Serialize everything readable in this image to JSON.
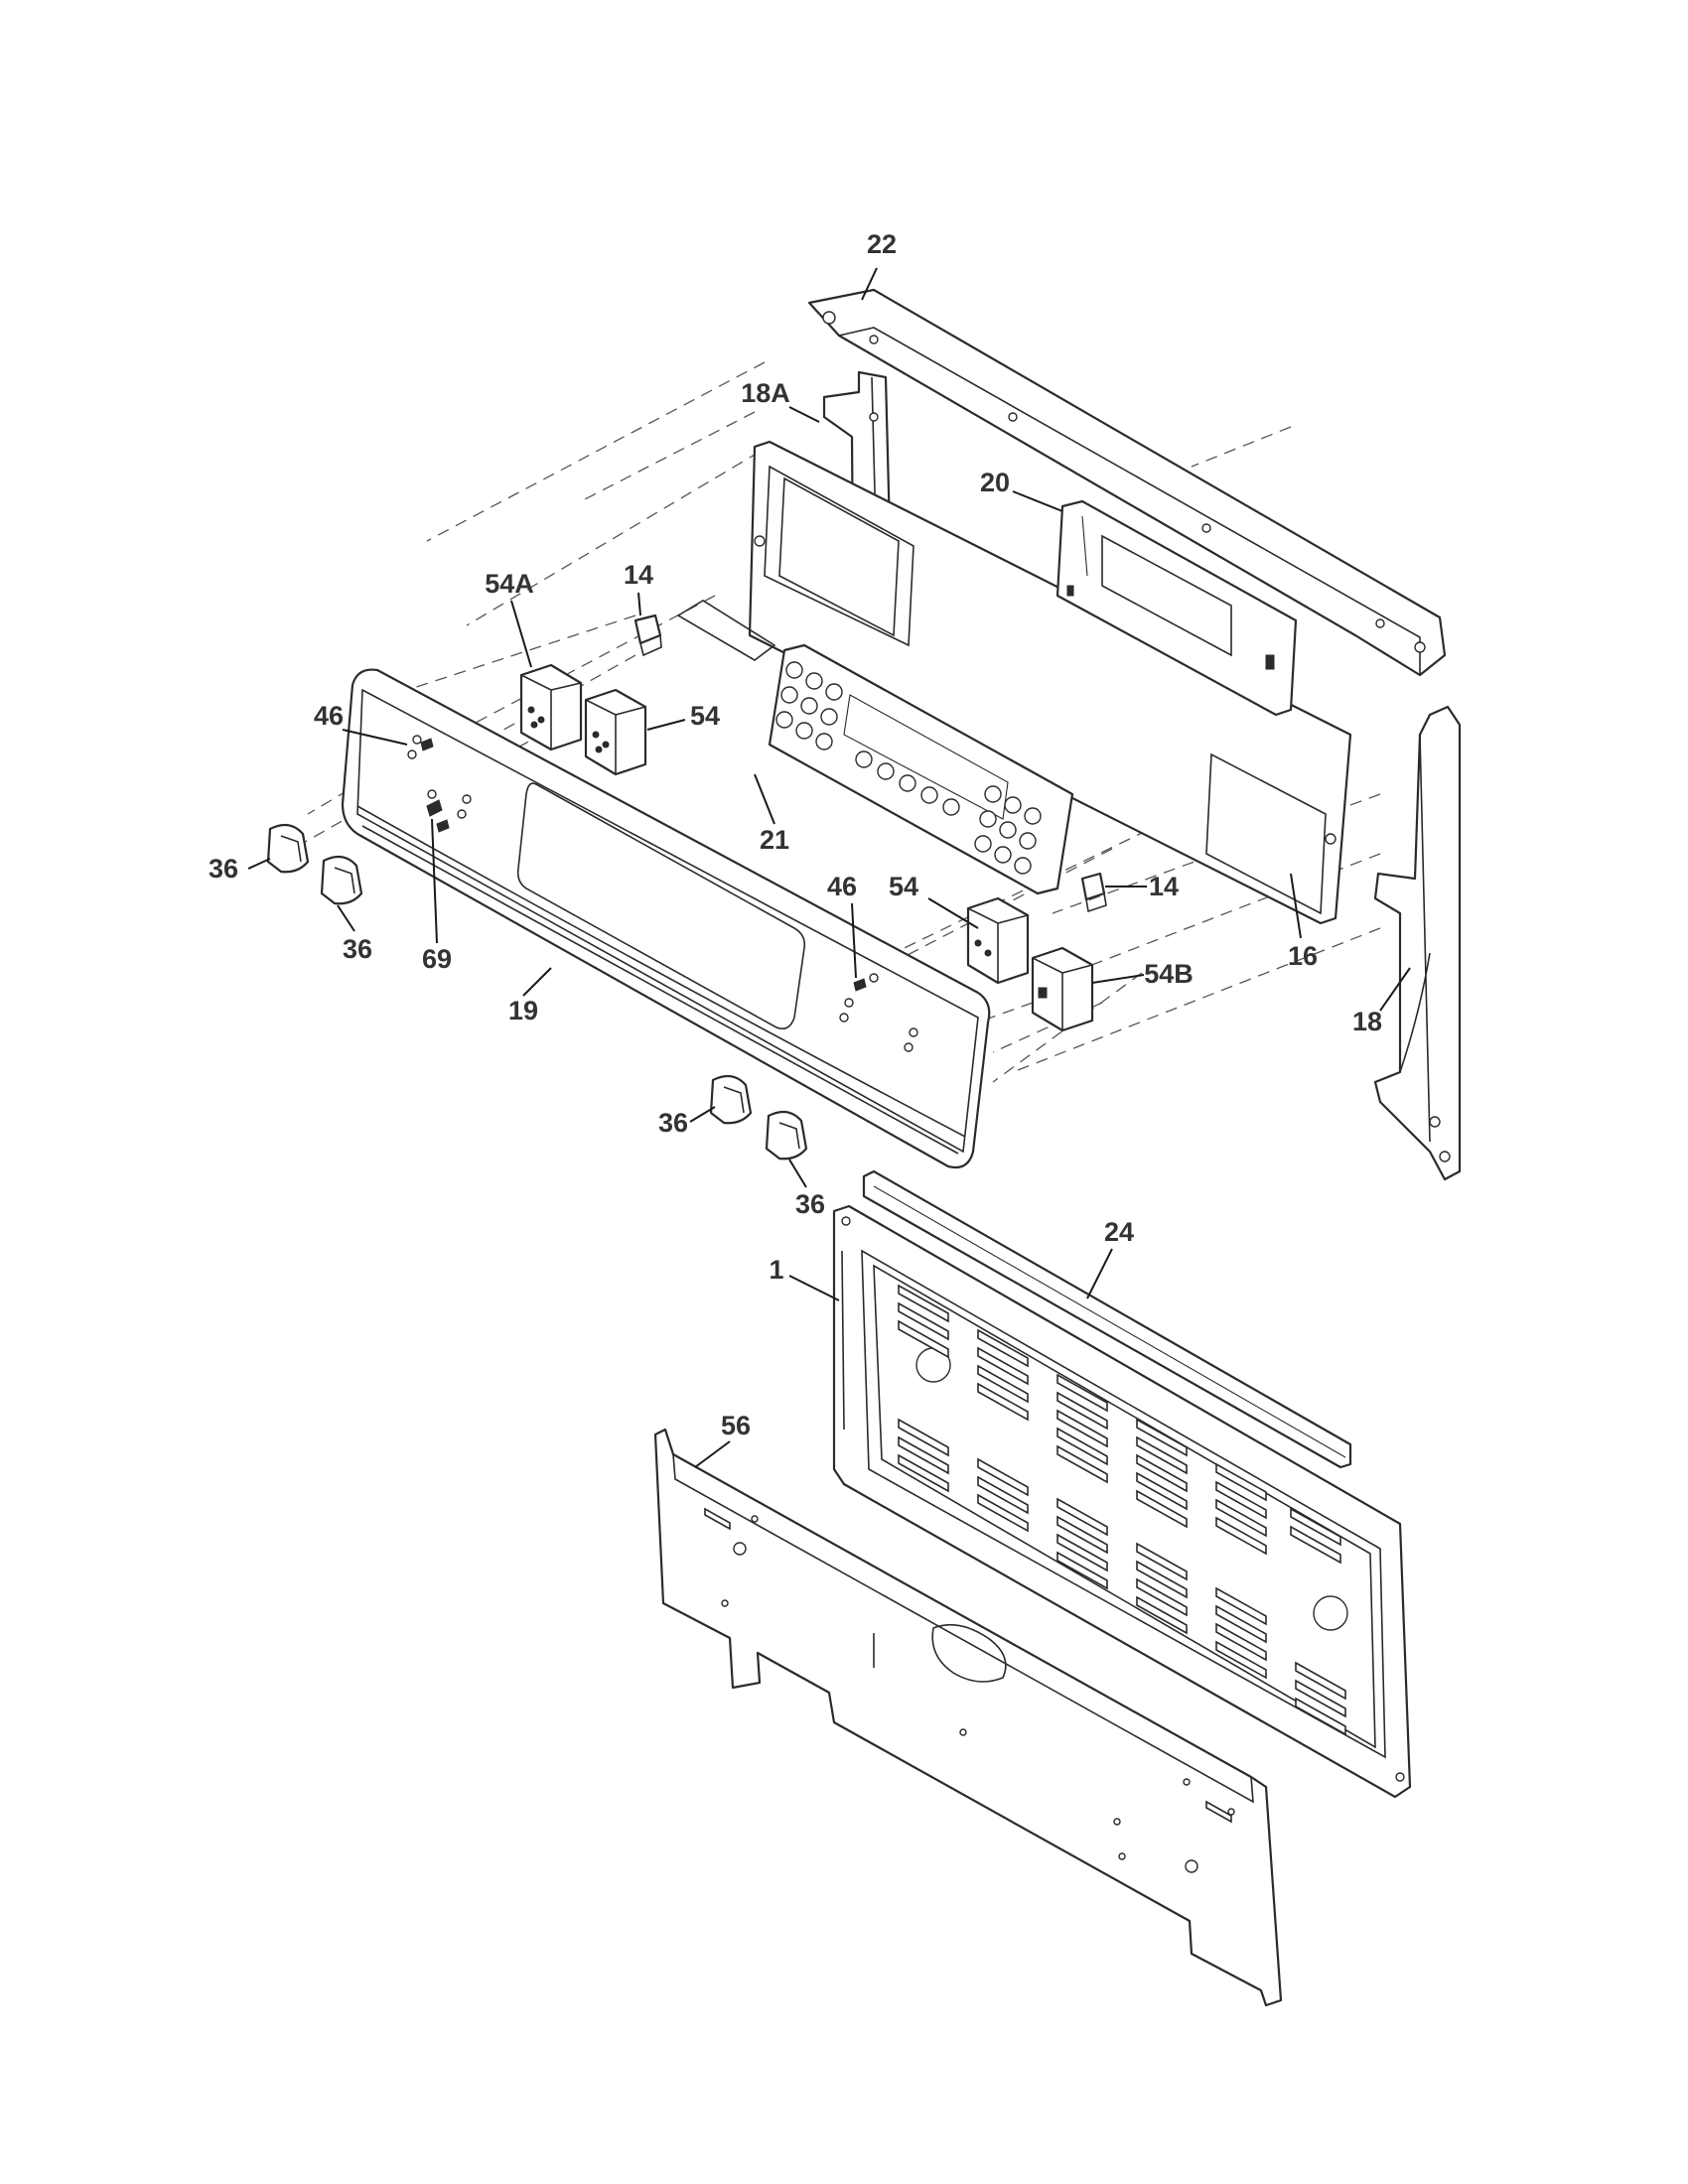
{
  "callouts": [
    {
      "id": "c22",
      "text": "22"
    },
    {
      "id": "c18a",
      "text": "18A"
    },
    {
      "id": "c20",
      "text": "20"
    },
    {
      "id": "c54a",
      "text": "54A"
    },
    {
      "id": "c14a",
      "text": "14"
    },
    {
      "id": "c46a",
      "text": "46"
    },
    {
      "id": "c54a2",
      "text": "54"
    },
    {
      "id": "c21",
      "text": "21"
    },
    {
      "id": "c36a",
      "text": "36"
    },
    {
      "id": "c36b",
      "text": "36"
    },
    {
      "id": "c69",
      "text": "69"
    },
    {
      "id": "c19",
      "text": "19"
    },
    {
      "id": "c46b",
      "text": "46"
    },
    {
      "id": "c54b",
      "text": "54"
    },
    {
      "id": "c14b",
      "text": "14"
    },
    {
      "id": "c54bb",
      "text": "54B"
    },
    {
      "id": "c16",
      "text": "16"
    },
    {
      "id": "c18",
      "text": "18"
    },
    {
      "id": "c36c",
      "text": "36"
    },
    {
      "id": "c36d",
      "text": "36"
    },
    {
      "id": "c24",
      "text": "24"
    },
    {
      "id": "c1",
      "text": "1"
    },
    {
      "id": "c56",
      "text": "56"
    }
  ]
}
